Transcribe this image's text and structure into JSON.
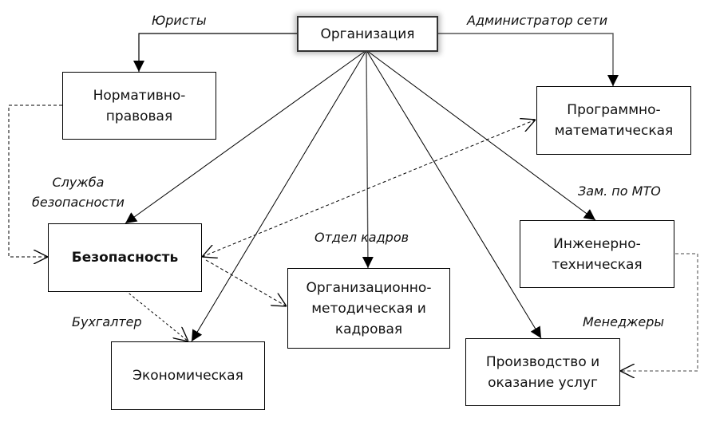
{
  "diagram": {
    "nodes": {
      "root": "Организация",
      "legal": "Нормативно-\nправовая",
      "software": "Программно-\nматематическая",
      "security": "Безопасность",
      "engineering": "Инженерно-\nтехническая",
      "hr": "Организационно-\nметодическая  и\nкадровая",
      "economic": "Экономическая",
      "production": "Производство и\nоказание услуг"
    },
    "roles": {
      "lawyers": "Юристы",
      "network_admin": "Администратор сети",
      "security_service": "Служба\nбезопасности",
      "mto_deputy": "Зам. по МТО",
      "hr_department": "Отдел  кадров",
      "accountant": "Бухгалтер",
      "managers": "Менеджеры"
    },
    "edges": [
      {
        "from": "root",
        "to": "legal",
        "style": "solid",
        "label": "lawyers"
      },
      {
        "from": "root",
        "to": "software",
        "style": "solid",
        "label": "network_admin"
      },
      {
        "from": "root",
        "to": "security",
        "style": "solid",
        "label": "security_service"
      },
      {
        "from": "root",
        "to": "economic",
        "style": "solid",
        "label": "accountant"
      },
      {
        "from": "root",
        "to": "hr",
        "style": "solid",
        "label": "hr_department"
      },
      {
        "from": "root",
        "to": "production",
        "style": "solid",
        "label": "managers"
      },
      {
        "from": "root",
        "to": "engineering",
        "style": "solid",
        "label": "mto_deputy"
      },
      {
        "from": "legal",
        "to": "security",
        "style": "dashed"
      },
      {
        "from": "security",
        "to": "software",
        "style": "dashed-bidirectional"
      },
      {
        "from": "security",
        "to": "hr",
        "style": "dashed"
      },
      {
        "from": "security",
        "to": "economic",
        "style": "dashed"
      },
      {
        "from": "engineering",
        "to": "production",
        "style": "dashed"
      }
    ]
  }
}
